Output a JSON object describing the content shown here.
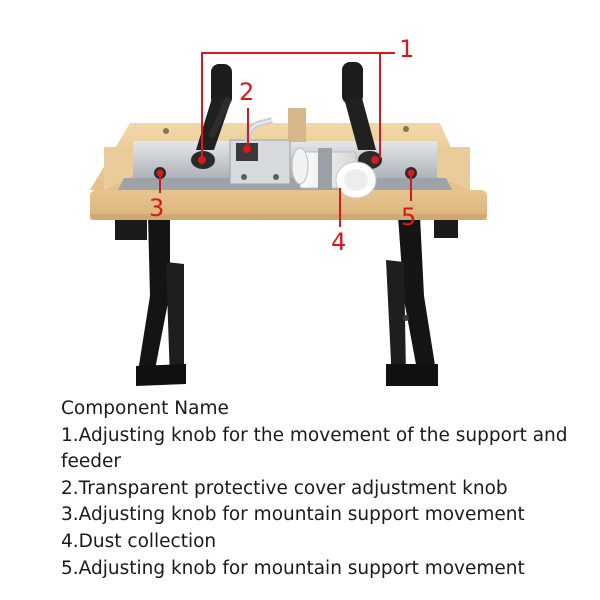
{
  "callouts": {
    "c1": "1",
    "c2": "2",
    "c3": "3",
    "c4": "4",
    "c5": "5"
  },
  "colors": {
    "callout": "#d7191c",
    "wood": "#e8c995",
    "steel_frame": "#141414",
    "aluminum": "#c9cdd2"
  },
  "caption": {
    "heading": "Component Name",
    "items": [
      "1.Adjusting knob for the movement of the support and feeder",
      "2.Transparent protective cover adjustment knob",
      "3.Adjusting knob for mountain support movement",
      "4.Dust collection",
      "5.Adjusting knob for mountain support movement"
    ]
  }
}
